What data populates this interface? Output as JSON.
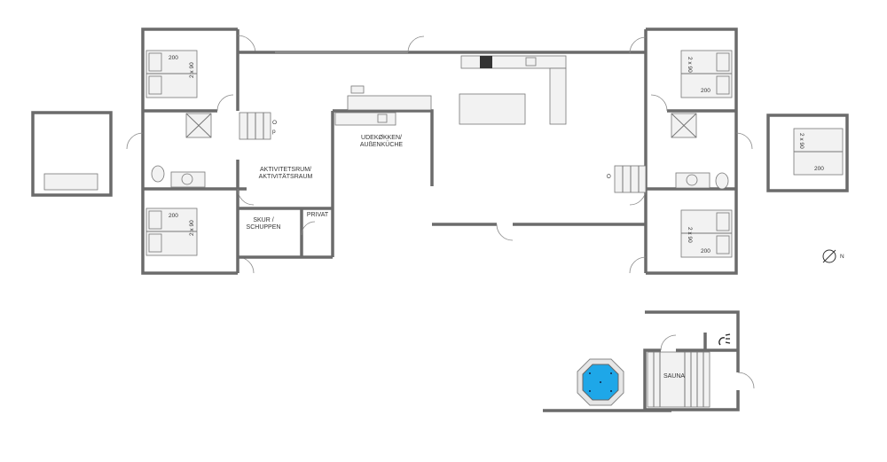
{
  "rooms": {
    "activity_line1": "AKTIVITETSRUM/",
    "activity_line2": "AKTIVITÄTSRAUM",
    "outdoor_kitchen_line1": "UDEKØKKEN/",
    "outdoor_kitchen_line2": "AUßENKÜCHE",
    "shed_line1": "SKUR /",
    "shed_line2": "SCHUPPEN",
    "private": "PRIVAT",
    "sauna": "SAUNA"
  },
  "beds": {
    "length": "200",
    "width": "2 x 90"
  },
  "stairs": {
    "label_1": "O",
    "label_2": "p"
  },
  "compass": {
    "north": "N"
  },
  "colors": {
    "wall": "#6b6b6b",
    "pool_water": "#1ea7e8",
    "floor": "#ffffff"
  }
}
